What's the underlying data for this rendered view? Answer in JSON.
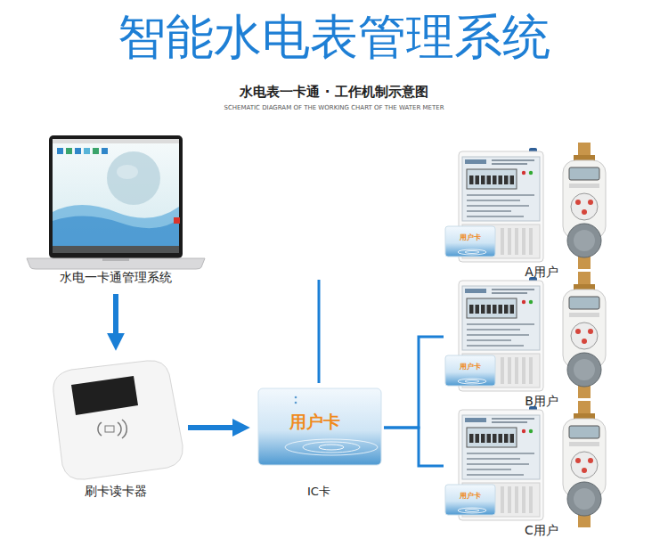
{
  "diagram": {
    "title": "智能水电表管理系统",
    "nodes": [
      {
        "text": [
          "水电一卡通管理系统"
        ]
      },
      {
        "text": [
          "刷卡读卡器"
        ]
      },
      {
        "text": [
          "用户卡",
          "IC卡"
        ]
      },
      {
        "text": [
          "用户卡",
          "A用户"
        ]
      },
      {
        "text": [
          "用户卡",
          "B用户"
        ]
      },
      {
        "text": [
          "用户卡",
          "C用户"
        ]
      }
    ],
    "edges": [
      {
        "from": 0,
        "to": 1,
        "arrow": "to"
      },
      {
        "from": 1,
        "to": 2,
        "arrow": "to"
      },
      {
        "from": 2,
        "to": 3,
        "arrow": "none"
      },
      {
        "from": 2,
        "to": 4,
        "arrow": "none"
      },
      {
        "from": 2,
        "to": 5,
        "arrow": "none"
      }
    ],
    "labels": [
      "水电表一卡通 · 工作机制示意图",
      "SCHEMATIC DIAGRAM OF THE WORKING CHART OF THE WATER METER"
    ]
  }
}
